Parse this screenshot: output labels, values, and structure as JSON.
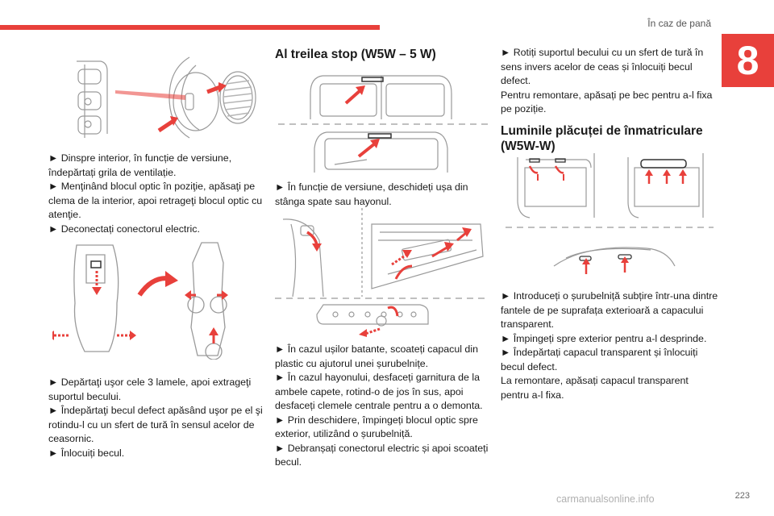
{
  "header": {
    "section": "În caz de pană",
    "chapter": "8"
  },
  "col1": {
    "text1": [
      "► Dinspre interior, în funcție de versiune, îndepărtați grila de ventilație.",
      "► Menţinând blocul optic în poziţie, apăsaţi pe clema de la interior, apoi retrageţi blocul optic cu atenţie.",
      "► Deconectați conectorul electric."
    ],
    "text2": [
      "► Depărtaţi uşor cele 3 lamele, apoi extrageţi suportul becului.",
      "► Îndepărtaţi becul defect apăsând uşor pe el şi rotindu-l cu un sfert de tură în sensul acelor de ceasornic.",
      "► Înlocuiți becul."
    ]
  },
  "col2": {
    "heading": "Al treilea stop (W5W – 5 W)",
    "text1": [
      "► În funcție de versiune, deschideți ușa din stânga spate sau hayonul."
    ],
    "text2": [
      "► În cazul ușilor batante, scoateți capacul din plastic cu ajutorul unei șurubelnițe.",
      "► În cazul hayonului, desfaceți garnitura de la ambele capete, rotind-o de jos în sus, apoi desfaceți clemele centrale pentru a o demonta.",
      "► Prin deschidere, împingeți blocul optic spre exterior, utilizând o șurubelniță.",
      "► Debranșați conectorul electric și apoi scoateți becul."
    ]
  },
  "col3": {
    "text1": [
      "► Rotiți suportul becului cu un sfert de tură în sens invers acelor de ceas și înlocuiți becul defect.",
      "Pentru remontare, apăsați pe bec pentru a-l fixa pe poziție."
    ],
    "heading": "Luminile plăcuței de înmatriculare (W5W-W)",
    "text2": [
      "► Introduceți o șurubelniță subțire într-una dintre fantele de pe suprafața exterioară a capacului transparent.",
      "► Împingeți spre exterior pentru a-l desprinde.",
      "► Îndepărtați capacul transparent și înlocuiți becul defect.",
      "La remontare, apăsați capacul transparent pentru a-l fixa."
    ]
  },
  "footer": {
    "page": "223",
    "watermark": "carmanualsonline.info"
  },
  "colors": {
    "accent": "#e8403b",
    "line": "#9a9a9a"
  }
}
